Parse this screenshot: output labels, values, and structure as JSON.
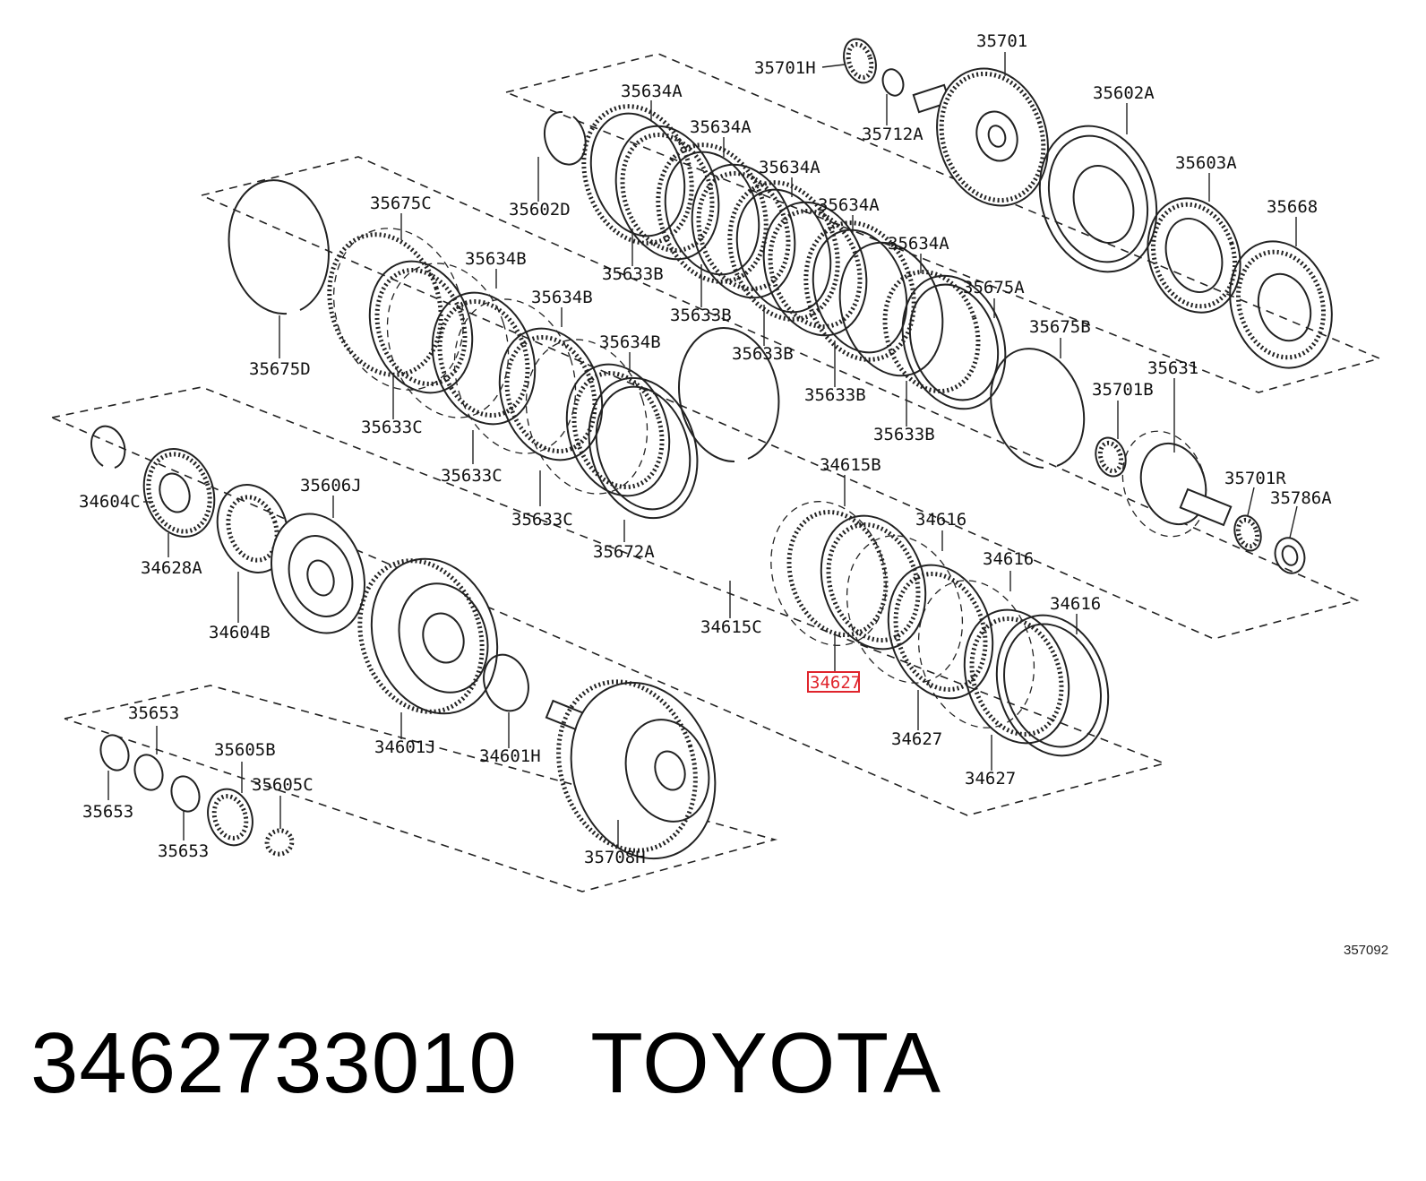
{
  "diagram": {
    "highlight": "34627",
    "highlight_color": "#e0242c",
    "labels": [
      "35701",
      "35701H",
      "35712A",
      "35602A",
      "35634A",
      "35634A",
      "35634A",
      "35634A",
      "35634A",
      "35602D",
      "35603A",
      "35668",
      "35675C",
      "35633B",
      "35633B",
      "35633B",
      "35633B",
      "35633B",
      "35675A",
      "35634B",
      "35634B",
      "35634B",
      "35675D",
      "35675B",
      "35631",
      "35633C",
      "35633C",
      "35633C",
      "35701B",
      "35672A",
      "34615B",
      "35701R",
      "35786A",
      "34604C",
      "35606J",
      "34616",
      "34616",
      "34616",
      "34628A",
      "34615C",
      "34604B",
      "34627",
      "35653",
      "35605B",
      "35605C",
      "34601J",
      "34601H",
      "34627",
      "35653",
      "35653",
      "34627",
      "35708H"
    ]
  },
  "figure_ref": "357092",
  "caption": {
    "part_number": "3462733010",
    "brand": "TOYOTA"
  }
}
